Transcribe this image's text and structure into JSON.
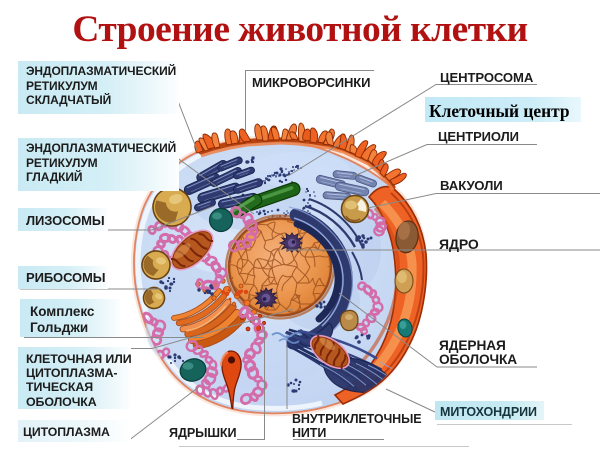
{
  "title": {
    "text": "Строение животной клетки"
  },
  "labels": {
    "er_rough": {
      "text": [
        "ЭНДОПЛАЗМАТИЧЕСКИЙ",
        "РЕТИКУЛУМ",
        "СКЛАДЧАТЫЙ"
      ]
    },
    "er_smooth": {
      "text": [
        "ЭНДОПЛАЗМАТИЧЕСКИЙ",
        "РЕТИКУЛУМ",
        "ГЛАДКИЙ"
      ]
    },
    "lysosomes": {
      "text": "ЛИЗОСОМЫ"
    },
    "ribosomes": {
      "text": "РИБОСОМЫ"
    },
    "golgi": {
      "text": [
        "Комплекс",
        "Гольджи"
      ]
    },
    "cell_membrane": {
      "text": [
        "КЛЕТОЧНАЯ ИЛИ",
        "ЦИТОПЛАЗМА-",
        "ТИЧЕСКАЯ",
        "ОБОЛОЧКА"
      ]
    },
    "cytoplasm": {
      "text": "ЦИТОПЛАЗМА"
    },
    "microvilli": {
      "text": "МИКРОВОРСИНКИ"
    },
    "centrosome": {
      "text": "ЦЕНТРОСОМА"
    },
    "cell_center": {
      "text": "Клеточный центр"
    },
    "centrioles": {
      "text": "ЦЕНТРИОЛИ"
    },
    "vacuoles": {
      "text": "ВАКУОЛИ"
    },
    "nucleus": {
      "text": "ЯДРО"
    },
    "nuclear_envelope": {
      "text": [
        "ЯДЕРНАЯ",
        "ОБОЛОЧКА"
      ]
    },
    "mitochondria": {
      "text": "МИТОХОНДРИИ"
    },
    "nucleoli": {
      "text": "ЯДРЫШКИ"
    },
    "intracellular_filaments": {
      "text": [
        "ВНУТРИКЛЕТОЧНЫЕ",
        "НИТИ"
      ]
    }
  },
  "colors": {
    "title_text": "#b11111",
    "label_text": "#1c1c1c",
    "highlight_box": "#cdecf5",
    "cell_center_box": "#c6ebf7",
    "mitochondria_box": "#bfe7f1",
    "leader_line": "#8a8a8a"
  }
}
